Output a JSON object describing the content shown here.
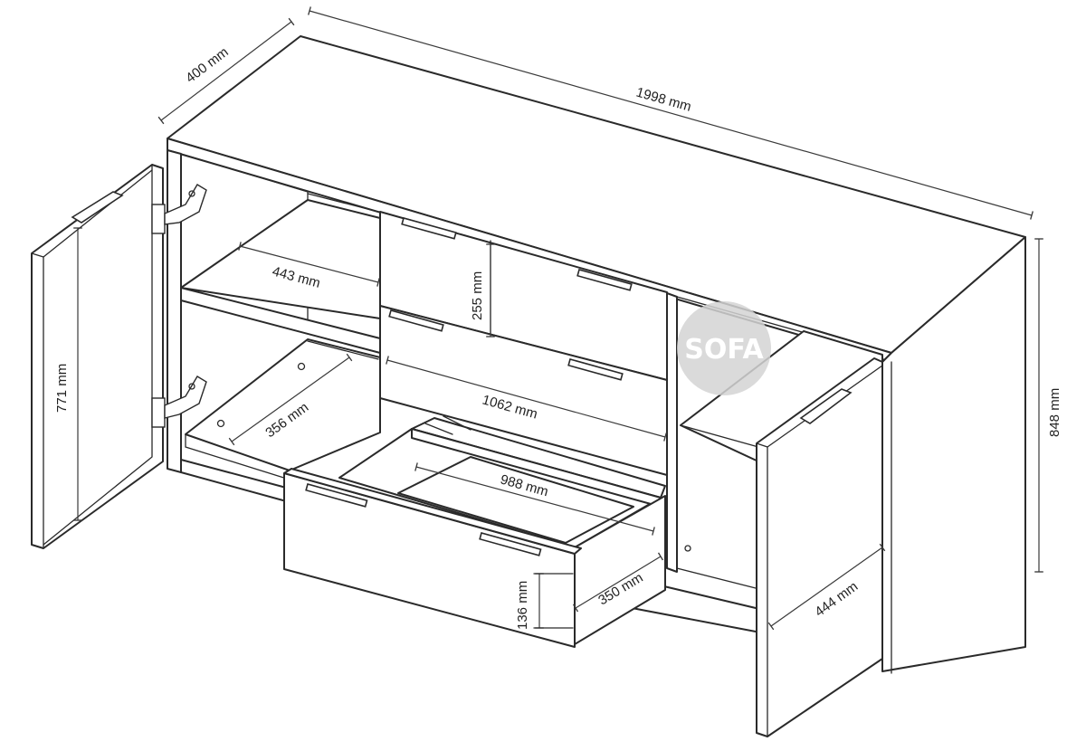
{
  "dimensions": {
    "width": "1998 mm",
    "depth": "400 mm",
    "height": "848 mm",
    "door_height": "771 mm",
    "left_shelf_depth": "443 mm",
    "left_base_depth": "356 mm",
    "drawer_height": "255 mm",
    "middle_width": "1062 mm",
    "drawer_inner_width": "988 mm",
    "drawer_inner_depth": "350 mm",
    "drawer_inner_height": "136 mm",
    "right_shelf_depth": "444 mm"
  },
  "watermark": {
    "text": "SOFA",
    "color": "#d4d4d4"
  },
  "colors": {
    "line": "#2a2a2a",
    "background": "#ffffff"
  }
}
